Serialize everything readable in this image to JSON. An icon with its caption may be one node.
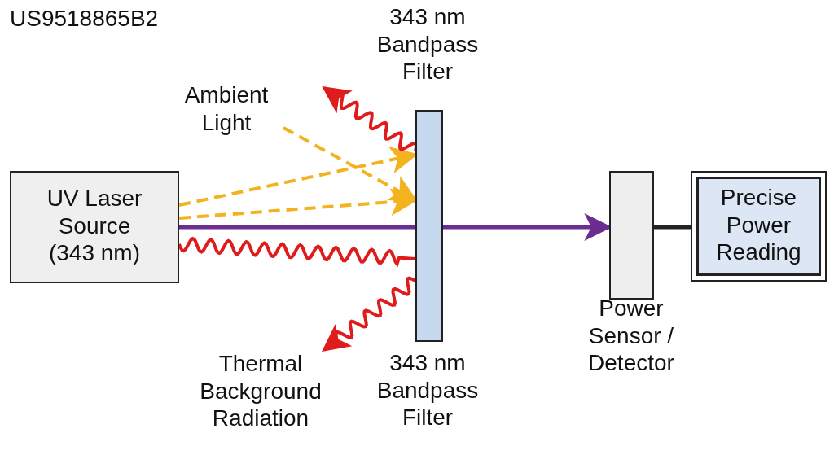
{
  "diagram": {
    "title": "US9518865B2",
    "nodes": [
      {
        "text": [
          "UV Laser Source (343 nm)"
        ]
      },
      {
        "text": [
          "343 nm Bandpass Filter",
          "343 nm Bandpass Filter"
        ]
      },
      {
        "text": [
          "Power Sensor / Detector"
        ]
      },
      {
        "text": [
          "Precise Power Reading"
        ]
      },
      {
        "text": [
          "Ambient Light"
        ]
      },
      {
        "text": [
          "Thermal Background Radiation"
        ]
      }
    ],
    "edges": [
      {
        "from": 0,
        "to": 1,
        "arrow": "none",
        "color": "#6b2d8f"
      },
      {
        "from": 1,
        "to": 2,
        "arrow": "to",
        "color": "#6b2d8f"
      },
      {
        "from": 0,
        "to": 1,
        "arrow": "to",
        "style": "dashed",
        "color": "#f2b31f"
      },
      {
        "from": 0,
        "to": 1,
        "arrow": "to",
        "style": "dashed",
        "color": "#f2b31f"
      },
      {
        "from": 4,
        "to": 1,
        "arrow": "to",
        "style": "dashed",
        "color": "#f2b31f"
      },
      {
        "from": 0,
        "to": 1,
        "arrow": "none",
        "color": "#e01b1b"
      },
      {
        "from": 1,
        "to": null,
        "arrow": "to",
        "color": "#e01b1b"
      },
      {
        "from": 1,
        "to": 5,
        "arrow": "to",
        "color": "#e01b1b"
      },
      {
        "from": 2,
        "to": 3,
        "arrow": "none",
        "color": "#222222"
      }
    ]
  }
}
